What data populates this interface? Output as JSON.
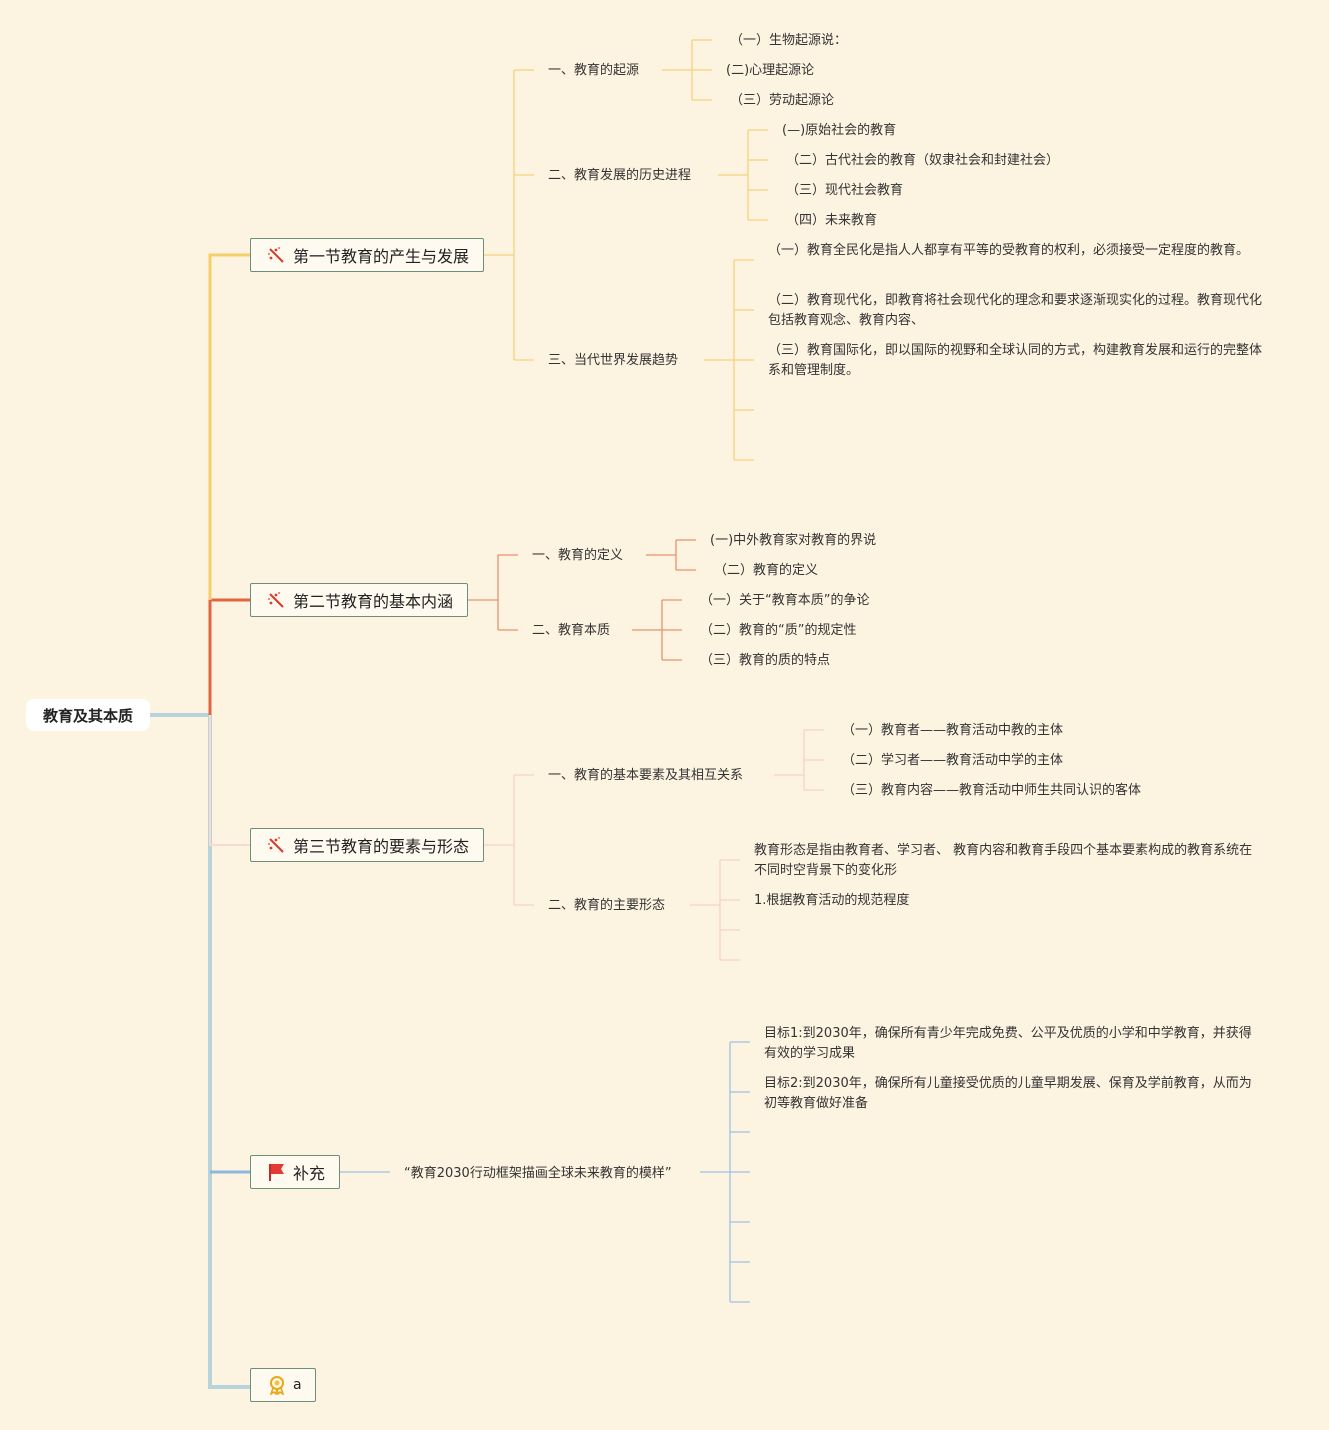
{
  "root": "教育及其本质",
  "sections": [
    {
      "title": "第一节教育的产生与发展",
      "icon": "magic-wand-icon",
      "topics": [
        {
          "label": "一、教育的起源",
          "items": [
            "（一）生物起源说：",
            "(二)心理起源论",
            "（三）劳动起源论"
          ]
        },
        {
          "label": "二、教育发展的历史进程",
          "items": [
            "(—)原始社会的教育",
            "（二）古代社会的教育（奴隶社会和封建社会）",
            "（三）现代社会教育",
            "（四）未来教育"
          ]
        },
        {
          "label": "三、当代世界发展趋势",
          "items": [
            "（一）教育全民化是指人人都享有平等的受教育的权利，必须接受一定程度的教育。",
            "（二）教育现代化，即教育将社会现代化的理念和要求逐渐现实化的过程。教育现代化包括教育观念、教育内容、",
            "（三）教育国际化，即以国际的视野和全球认同的方式，构建教育发展和运行的完整体系和管理制度。"
          ]
        }
      ]
    },
    {
      "title": "第二节教育的基本内涵",
      "icon": "magic-wand-icon",
      "topics": [
        {
          "label": "一、教育的定义",
          "items": [
            "(一)中外教育家对教育的界说",
            "（二）教育的定义"
          ]
        },
        {
          "label": "二、教育本质",
          "items": [
            "（一）关于“教育本质”的争论",
            "（二）教育的“质”的规定性",
            "（三）教育的质的特点"
          ]
        }
      ]
    },
    {
      "title": "第三节教育的要素与形态",
      "icon": "magic-wand-icon",
      "topics": [
        {
          "label": "一、教育的基本要素及其相互关系",
          "items": [
            "（一）教育者——教育活动中教的主体",
            "（二）学习者——教育活动中学的主体",
            "（三）教育内容——教育活动中师生共同认识的客体"
          ]
        },
        {
          "label": "二、教育的主要形态",
          "items": [
            "教育形态是指由教育者、学习者、 教育内容和教育手段四个基本要素构成的教育系统在不同时空背景下的变化形",
            "1.根据教育活动的规范程度"
          ]
        }
      ]
    },
    {
      "title": "补充",
      "icon": "red-flag-icon",
      "topics": [
        {
          "label": "“教育2030行动框架描画全球未来教育的模样”",
          "items": [
            "目标1:到2030年，确保所有青少年完成免费、公平及优质的小学和中学教育，并获得有效的学习成果",
            "目标2:到2030年，确保所有儿童接受优质的儿童早期发展、保育及学前教育，从而为初等教育做好准备"
          ]
        }
      ]
    },
    {
      "title": "a",
      "icon": "award-ribbon-icon",
      "topics": []
    }
  ],
  "colors": {
    "background": "#fdf3e1",
    "branch1": "#f6cf6c",
    "branch2": "#e2653f",
    "branch3": "#f3cbb8",
    "branch4": "#8cb8e0",
    "trunk": "#b7d3db",
    "node_border": "#6b8f78"
  }
}
